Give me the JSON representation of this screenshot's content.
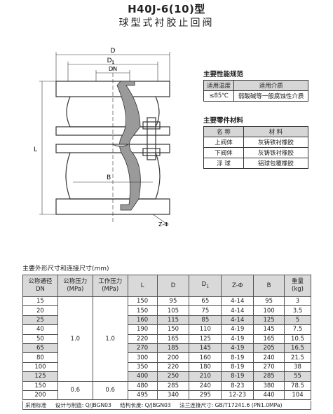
{
  "title": {
    "model": "H40J-6(10)型",
    "name": "球型式衬胶止回阀"
  },
  "drawing": {
    "label_d": "D",
    "label_d1": "D",
    "label_d1_sub": "1",
    "label_dn": "DN",
    "label_l": "L",
    "label_b": "B",
    "label_z": "Z-Φ"
  },
  "performance": {
    "heading": "主要性能规范",
    "headers": [
      "适用温度",
      "适用介质"
    ],
    "row": [
      "≤85℃",
      "弱酸碱等一般腐蚀性介质"
    ]
  },
  "materials": {
    "heading": "主要零件材料",
    "headers": [
      "名  称",
      "材   料"
    ],
    "rows": [
      [
        "上阀体",
        "灰铸铁衬橡胶"
      ],
      [
        "下阀体",
        "灰铸铁衬橡胶"
      ],
      [
        "浮  球",
        "铝球包覆橡胶"
      ]
    ]
  },
  "dimensions": {
    "heading": "主要外形尺寸和连接尺寸(mm)",
    "headers": {
      "dn_line1": "公称通径",
      "dn_line2": "DN",
      "pn_line1": "公称压力",
      "pn_line2": "(MPa)",
      "wp_line1": "工作压力",
      "wp_line2": "(MPa)",
      "l": "L",
      "d": "D",
      "d1": "D",
      "d1_sub": "1",
      "z": "Z-Φ",
      "b": "B",
      "w_line1": "重量",
      "w_line2": "(kg)"
    },
    "group1": {
      "pn": "1.0",
      "wp": "1.0"
    },
    "group2": {
      "pn": "0.6",
      "wp": "0.6"
    },
    "rows": [
      [
        "15",
        "150",
        "95",
        "65",
        "4-14",
        "95",
        "3"
      ],
      [
        "20",
        "150",
        "105",
        "75",
        "4-14",
        "100",
        "3.5"
      ],
      [
        "25",
        "160",
        "115",
        "85",
        "4-14",
        "125",
        "5"
      ],
      [
        "40",
        "190",
        "150",
        "110",
        "4-19",
        "145",
        "7.5"
      ],
      [
        "50",
        "220",
        "165",
        "125",
        "4-19",
        "165",
        "10.5"
      ],
      [
        "65",
        "270",
        "185",
        "145",
        "4-19",
        "205",
        "16.5"
      ],
      [
        "80",
        "300",
        "200",
        "160",
        "8-19",
        "240",
        "21.5"
      ],
      [
        "100",
        "350",
        "220",
        "180",
        "8-19",
        "270",
        "38"
      ],
      [
        "125",
        "400",
        "250",
        "210",
        "8-19",
        "285",
        "55"
      ],
      [
        "150",
        "480",
        "285",
        "240",
        "8-23",
        "380",
        "78.5"
      ],
      [
        "200",
        "495",
        "340",
        "295",
        "12-23",
        "440",
        "104"
      ]
    ],
    "footer": {
      "standard": "采用标准",
      "design": "设计与制造: Q/JBGN03",
      "length": "结构长度: Q/JBGN03",
      "flange": "法兰连接尺寸: GB/T17241.6 (PN1.0MPa)"
    }
  }
}
